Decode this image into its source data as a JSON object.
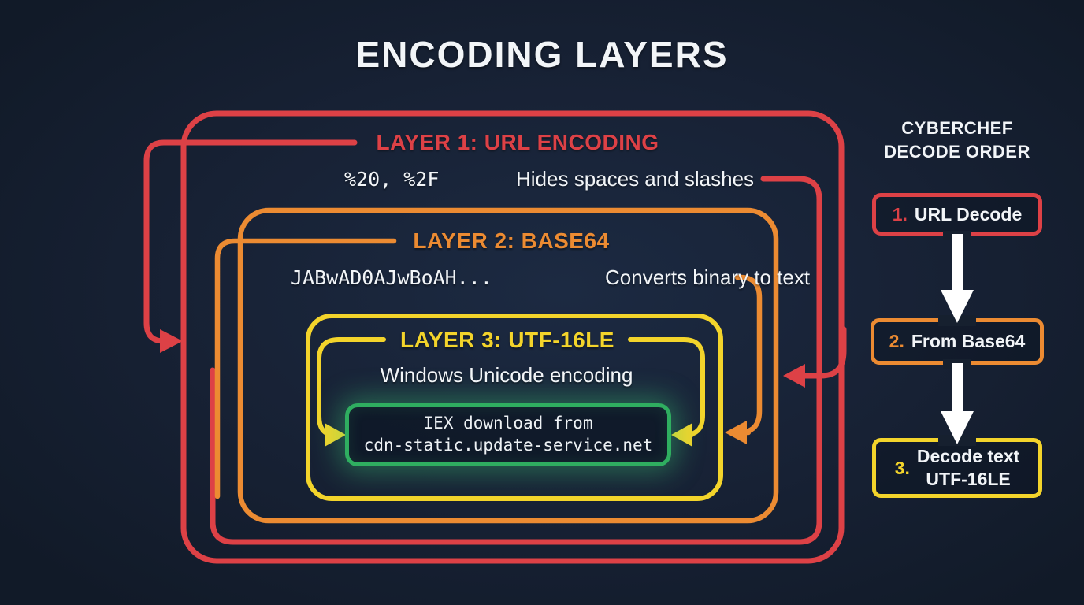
{
  "title": "ENCODING LAYERS",
  "colors": {
    "background": "#172134",
    "layer1_red": "#dd4146",
    "layer2_orange": "#ec8b32",
    "layer3_yellow": "#f3d42b",
    "payload_green": "#2fae60",
    "text_white": "#f2f5f8"
  },
  "layers": [
    {
      "label": "LAYER 1: URL ENCODING",
      "example": "%20, %2F",
      "description": "Hides spaces and slashes"
    },
    {
      "label": "LAYER 2: BASE64",
      "example": "JABwAD0AJwBoAH...",
      "description": "Converts binary to text"
    },
    {
      "label": "LAYER 3: UTF-16LE",
      "description": "Windows Unicode encoding"
    }
  ],
  "payload": {
    "line1": "IEX download from",
    "line2": "cdn-static.update-service.net"
  },
  "decode_panel": {
    "title_line1": "CYBERCHEF",
    "title_line2": "DECODE ORDER",
    "steps": [
      {
        "number": "1.",
        "label": "URL Decode"
      },
      {
        "number": "2.",
        "label": "From Base64"
      },
      {
        "number": "3.",
        "label": "Decode text",
        "label2": "UTF-16LE"
      }
    ]
  }
}
